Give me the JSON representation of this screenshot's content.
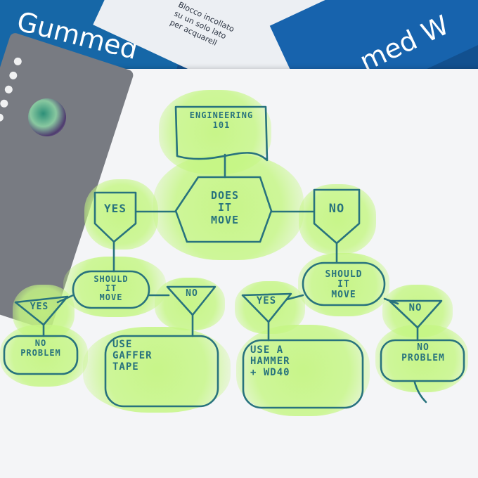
{
  "background": {
    "card_left_text": "Gummed\nColo",
    "card_middle_text": "Blocco incollato\nsu un solo lato\nper acquarell",
    "card_right_text": "med W"
  },
  "flowchart": {
    "title": "Engineering\n101",
    "question": "Does\nit\nMove",
    "left_answer": "Yes",
    "right_answer": "No",
    "left_subquestion": "Should\nit\nMove",
    "right_subquestion": "Should\nit\nMove",
    "ll_answer": "Yes",
    "lr_answer": "No",
    "rl_answer": "Yes",
    "rr_answer": "No",
    "outcome_ll": "No\nProblem",
    "outcome_lr": "Use\nGaffer\nTape",
    "outcome_rl": "Use A\nHammer\n+ WD40",
    "outcome_rr": "No\nProblem"
  },
  "colors": {
    "ink": "#28737d",
    "highlighter": "#c7f68b",
    "paper": "#f4f5f7",
    "blue_card": "#1667a7"
  },
  "icons": {
    "stencil": "flower-stencil",
    "medallion": "shell-medallion"
  }
}
